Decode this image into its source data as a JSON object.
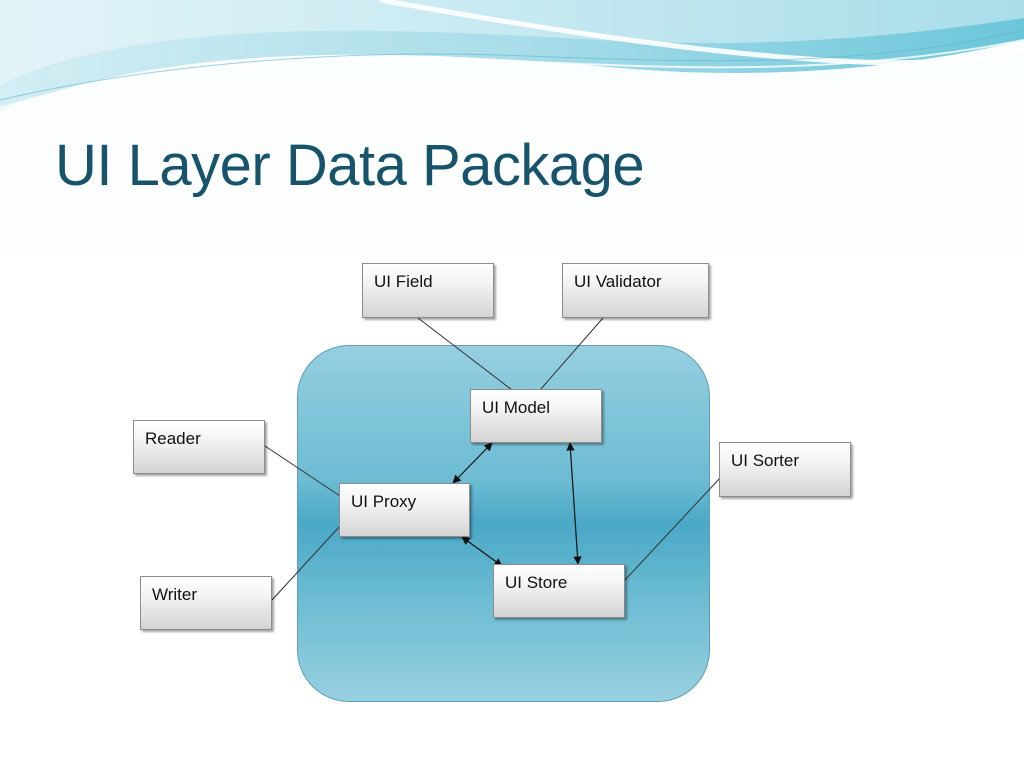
{
  "slide": {
    "title": "UI Layer Data Package"
  },
  "diagram": {
    "container_label": "",
    "nodes": {
      "ui_field": "UI Field",
      "ui_validator": "UI Validator",
      "ui_model": "UI Model",
      "reader": "Reader",
      "ui_proxy": "UI Proxy",
      "ui_sorter": "UI Sorter",
      "writer": "Writer",
      "ui_store": "UI Store"
    },
    "connections": [
      {
        "from": "UI Field",
        "to": "UI Model",
        "arrows": "none"
      },
      {
        "from": "UI Validator",
        "to": "UI Model",
        "arrows": "none"
      },
      {
        "from": "Reader",
        "to": "UI Proxy",
        "arrows": "none"
      },
      {
        "from": "Writer",
        "to": "UI Proxy",
        "arrows": "none"
      },
      {
        "from": "UI Sorter",
        "to": "UI Store",
        "arrows": "none"
      },
      {
        "from": "UI Proxy",
        "to": "UI Model",
        "arrows": "both"
      },
      {
        "from": "UI Model",
        "to": "UI Store",
        "arrows": "both"
      },
      {
        "from": "UI Proxy",
        "to": "UI Store",
        "arrows": "both"
      }
    ]
  },
  "colors": {
    "title": "#17536b",
    "container_fill": "#6cbcd3",
    "wave_light": "#bfe6ee",
    "wave_mid": "#7fcfe0"
  }
}
